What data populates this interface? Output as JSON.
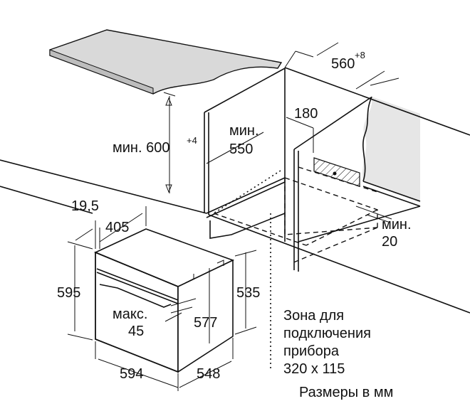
{
  "dimensions": {
    "niche_width": "560",
    "niche_width_tol": "+8",
    "min_height_label": "мин. 600",
    "min_height_tol": "+4",
    "min_depth_label": "мин.",
    "min_depth_value": "550",
    "socket_offset": "180",
    "min_gap_label": "мин.",
    "min_gap_value": "20",
    "front_thickness": "19,5",
    "body_width_top": "405",
    "oven_height": "595",
    "body_height": "535",
    "inner_height": "577",
    "handle_label": "макс.",
    "handle_value": "45",
    "oven_width": "594",
    "oven_depth": "548"
  },
  "connection_zone": {
    "lines": [
      "Зона для",
      "подключения",
      "прибора",
      "320 x 115"
    ]
  },
  "units_note": "Размеры в мм"
}
